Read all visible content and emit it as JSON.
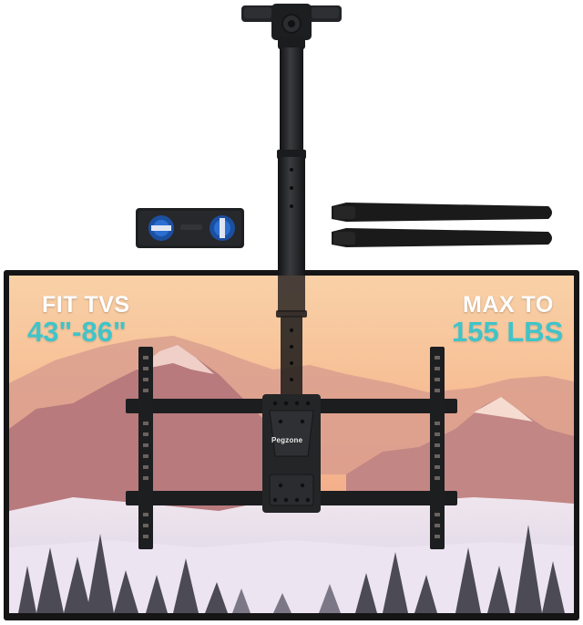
{
  "left_callout": {
    "label": "FIT TVS",
    "value": "43\"-86\""
  },
  "right_callout": {
    "label": "MAX TO",
    "value": "155 LBS"
  },
  "bracket": {
    "brand": "Pegzone"
  },
  "colors": {
    "accent_teal": "#3fc4c9",
    "hardware_black": "#1f2022",
    "tv_frame": "#161616",
    "sky_top": "#f7c99e",
    "sky_bottom": "#f3a47f",
    "mountain_far": "#c98c8c",
    "snow": "#e9e1ef"
  },
  "accessories": {
    "plate_icon": "wall-plate-with-blue-screws-icon",
    "strap_icon": "velcro-cable-tie-icon"
  }
}
